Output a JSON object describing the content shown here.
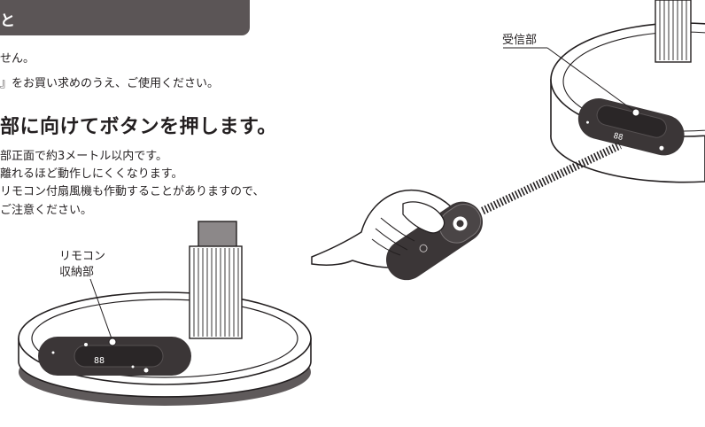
{
  "section": {
    "title": "と"
  },
  "notes": [
    "せん。",
    "』をお買い求めのうえ、ご使用ください。"
  ],
  "heading": "部に向けてボタンを押します。",
  "bullets": [
    "部正面で約3メートル以内です。",
    "離れるほど動作しにくくなります。",
    "リモコン付扇風機も作動することがありますので、",
    "ご注意ください。"
  ],
  "labels": {
    "receiver": "受信部",
    "storage_line1": "リモコン",
    "storage_line2": "収納部"
  },
  "panel_display_base": "88",
  "panel_display_top": "88"
}
